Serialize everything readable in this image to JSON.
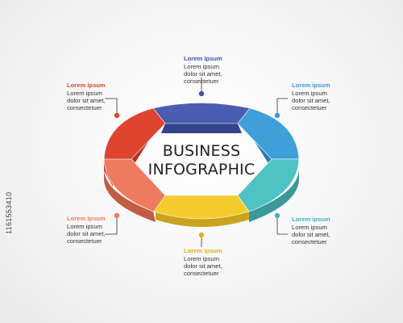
{
  "diagram": {
    "title_line1": "BUSINESS",
    "title_line2": "INFOGRAPHIC",
    "segments": [
      {
        "key": "top",
        "color": "#4a5db0",
        "side": "#34448a"
      },
      {
        "key": "upper-right",
        "color": "#3fa0d9",
        "side": "#2d7cad"
      },
      {
        "key": "lower-right",
        "color": "#4fc2c4",
        "side": "#3a9a9b"
      },
      {
        "key": "bottom",
        "color": "#f5cc2e",
        "side": "#c9a31d"
      },
      {
        "key": "lower-left",
        "color": "#ef7b5f",
        "side": "#c45b43"
      },
      {
        "key": "upper-left",
        "color": "#dd4531",
        "side": "#b33322"
      }
    ]
  },
  "callouts": [
    {
      "key": "top",
      "title": "Lorem ipsum",
      "body": "Lorem ipsum\ndolor sit amet,\nconsectetuer",
      "color": "#3f51a8"
    },
    {
      "key": "upper-left",
      "title": "Lorem ipsum",
      "body": "Lorem ipsum\ndolor sit amet,\nconsectetuer",
      "color": "#dd4531"
    },
    {
      "key": "upper-right",
      "title": "Lorem ipsum",
      "body": "Lorem ipsum\ndolor sit amet,\nconsectetuer",
      "color": "#3a9ad6"
    },
    {
      "key": "lower-left",
      "title": "Lorem ipsum",
      "body": "Lorem ipsum\ndolor sit amet,\nconsectetuer",
      "color": "#ef7b5f"
    },
    {
      "key": "lower-right",
      "title": "Lorem ipsum",
      "body": "Lorem ipsum\ndolor sit amet,\nconsectetuer",
      "color": "#3fb0c8"
    },
    {
      "key": "bottom",
      "title": "Lorem ipsum",
      "body": "Lorem ipsum\ndolor sit amet,\nconsectetuer",
      "color": "#e0b01a"
    }
  ],
  "watermark": "1161553410"
}
